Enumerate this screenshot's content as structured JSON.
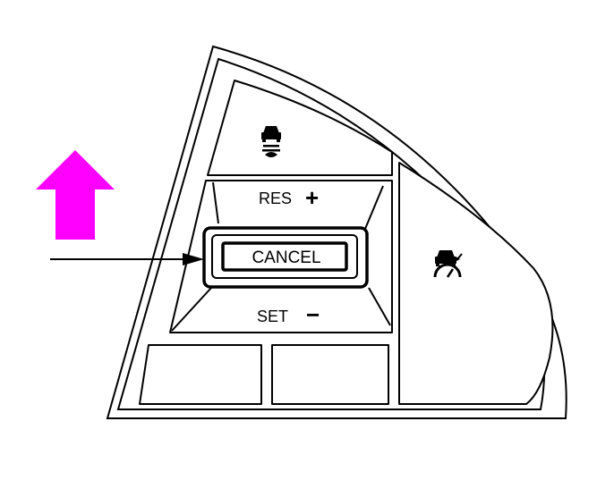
{
  "switch_panel": {
    "buttons": {
      "distance_button": {
        "icon": "vehicle-distance-icon"
      },
      "res_plus": {
        "label": "RES",
        "symbol": "+"
      },
      "cancel": {
        "label": "CANCEL"
      },
      "set_minus": {
        "label": "SET",
        "symbol": "−"
      },
      "cruise_main": {
        "icon": "cruise-control-icon"
      },
      "blank_left": {},
      "blank_right": {}
    }
  },
  "annotations": {
    "direction_arrow": {
      "icon": "up-arrow-icon",
      "direction": "up",
      "color": "#ff00ff"
    },
    "pointer_arrow": {
      "icon": "pointer-arrow-icon",
      "target": "cancel"
    }
  },
  "colors": {
    "outline": "#000000",
    "background": "#ffffff",
    "accent": "#ff00ff"
  }
}
